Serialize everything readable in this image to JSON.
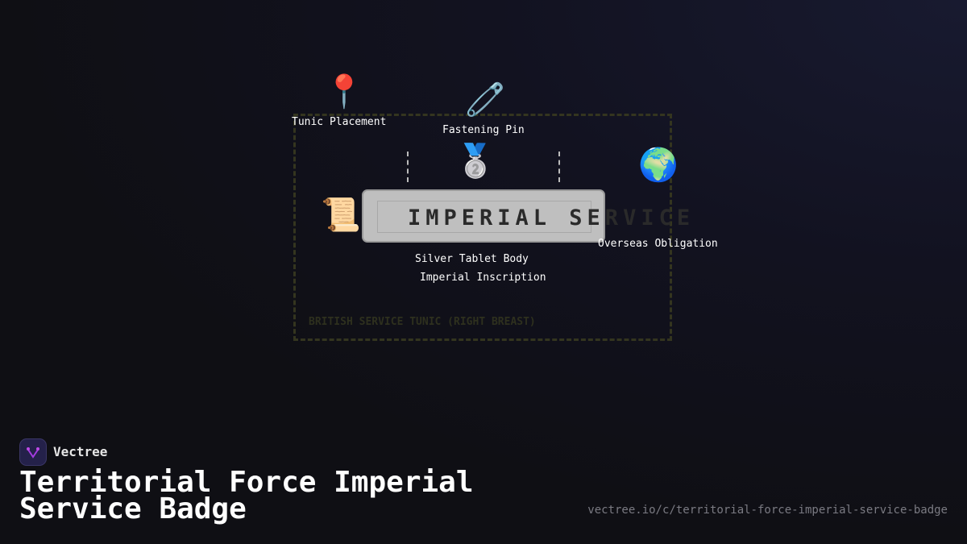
{
  "diagram": {
    "frame_label": "BRITISH SERVICE TUNIC (RIGHT BREAST)",
    "inscription": "IMPERIAL SERVICE",
    "labels": {
      "tunic_placement": "Tunic Placement",
      "fastening_pin": "Fastening Pin",
      "silver_tablet_body": "Silver Tablet Body",
      "imperial_inscription": "Imperial Inscription",
      "overseas_obligation": "Overseas Obligation"
    },
    "icons": {
      "tunic_placement": "📍",
      "fastening_pin": "🧷",
      "medal": "🥈",
      "scroll": "📜",
      "globe": "🌍"
    }
  },
  "footer": {
    "brand": "Vectree",
    "title": "Territorial Force Imperial Service Badge",
    "url": "vectree.io/c/territorial-force-imperial-service-badge"
  },
  "colors": {
    "accent": "#a23be0",
    "frame": "#34351f",
    "tablet": "#bfbfbf"
  }
}
